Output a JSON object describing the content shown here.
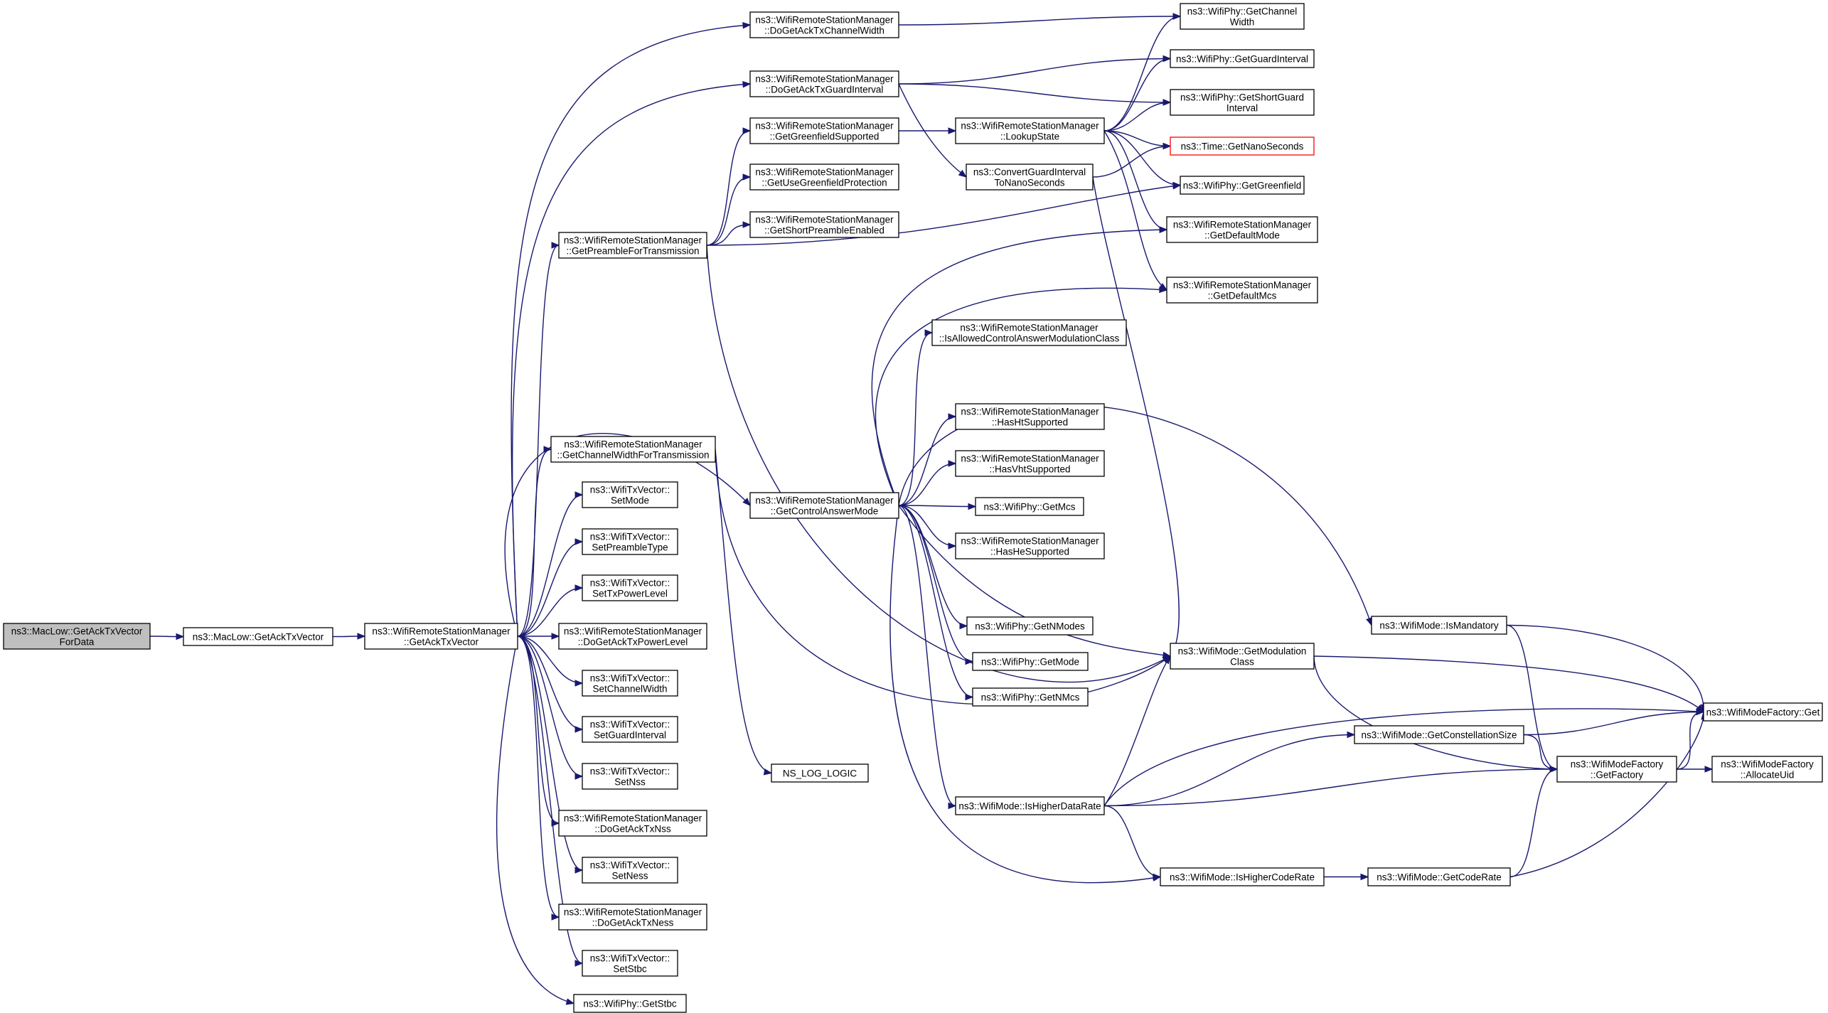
{
  "colors": {
    "edge": "#191970",
    "node_border": "#000000",
    "node_fill": "#ffffff",
    "root_fill": "#bfbfbf",
    "highlight_border": "#ff0000"
  },
  "nodes": {
    "macGetAckTxVectorForData": [
      "ns3::MacLow::GetAckTxVector",
      "ForData"
    ],
    "macGetAckTxVector": [
      "ns3::MacLow::GetAckTxVector"
    ],
    "wrsmGetAckTxVector": [
      "ns3::WifiRemoteStationManager",
      "::GetAckTxVector"
    ],
    "doGetAckTxChannelWidth": [
      "ns3::WifiRemoteStationManager",
      "::DoGetAckTxChannelWidth"
    ],
    "doGetAckTxGuardInterval": [
      "ns3::WifiRemoteStationManager",
      "::DoGetAckTxGuardInterval"
    ],
    "getGreenfieldSupported": [
      "ns3::WifiRemoteStationManager",
      "::GetGreenfieldSupported"
    ],
    "getUseGreenfieldProtection": [
      "ns3::WifiRemoteStationManager",
      "::GetUseGreenfieldProtection"
    ],
    "getShortPreambleEnabled": [
      "ns3::WifiRemoteStationManager",
      "::GetShortPreambleEnabled"
    ],
    "getPreambleForTransmission": [
      "ns3::WifiRemoteStationManager",
      "::GetPreambleForTransmission"
    ],
    "getChannelWidthForTransmission": [
      "ns3::WifiRemoteStationManager",
      "::GetChannelWidthForTransmission"
    ],
    "setMode": [
      "ns3::WifiTxVector::",
      "SetMode"
    ],
    "setPreambleType": [
      "ns3::WifiTxVector::",
      "SetPreambleType"
    ],
    "setTxPowerLevel": [
      "ns3::WifiTxVector::",
      "SetTxPowerLevel"
    ],
    "doGetAckTxPowerLevel": [
      "ns3::WifiRemoteStationManager",
      "::DoGetAckTxPowerLevel"
    ],
    "setChannelWidth": [
      "ns3::WifiTxVector::",
      "SetChannelWidth"
    ],
    "setGuardInterval": [
      "ns3::WifiTxVector::",
      "SetGuardInterval"
    ],
    "setNss": [
      "ns3::WifiTxVector::",
      "SetNss"
    ],
    "doGetAckTxNss": [
      "ns3::WifiRemoteStationManager",
      "::DoGetAckTxNss"
    ],
    "setNess": [
      "ns3::WifiTxVector::",
      "SetNess"
    ],
    "doGetAckTxNess": [
      "ns3::WifiRemoteStationManager",
      "::DoGetAckTxNess"
    ],
    "setStbc": [
      "ns3::WifiTxVector::",
      "SetStbc"
    ],
    "phyGetStbc": [
      "ns3::WifiPhy::GetStbc"
    ],
    "lookupState": [
      "ns3::WifiRemoteStationManager",
      "::LookupState"
    ],
    "convertGuardInterval": [
      "ns3::ConvertGuardInterval",
      "ToNanoSeconds"
    ],
    "getControlAnswerMode": [
      "ns3::WifiRemoteStationManager",
      "::GetControlAnswerMode"
    ],
    "nsLogLogic": [
      "NS_LOG_LOGIC"
    ],
    "isAllowedControlAnswer": [
      "ns3::WifiRemoteStationManager",
      "::IsAllowedControlAnswerModulationClass"
    ],
    "hasHtSupported": [
      "ns3::WifiRemoteStationManager",
      "::HasHtSupported"
    ],
    "hasVhtSupported": [
      "ns3::WifiRemoteStationManager",
      "::HasVhtSupported"
    ],
    "phyGetMcs": [
      "ns3::WifiPhy::GetMcs"
    ],
    "hasHeSupported": [
      "ns3::WifiRemoteStationManager",
      "::HasHeSupported"
    ],
    "phyGetNModes": [
      "ns3::WifiPhy::GetNModes"
    ],
    "phyGetMode": [
      "ns3::WifiPhy::GetMode"
    ],
    "phyGetNMcs": [
      "ns3::WifiPhy::GetNMcs"
    ],
    "isHigherDataRate": [
      "ns3::WifiMode::IsHigherDataRate"
    ],
    "phyGetChannelWidth": [
      "ns3::WifiPhy::GetChannel",
      "Width"
    ],
    "phyGetGuardInterval": [
      "ns3::WifiPhy::GetGuardInterval"
    ],
    "phyGetShortGuardInterval": [
      "ns3::WifiPhy::GetShortGuard",
      "Interval"
    ],
    "timeGetNanoSeconds": [
      "ns3::Time::GetNanoSeconds"
    ],
    "phyGetGreenfield": [
      "ns3::WifiPhy::GetGreenfield"
    ],
    "getDefaultMode": [
      "ns3::WifiRemoteStationManager",
      "::GetDefaultMode"
    ],
    "getDefaultMcs": [
      "ns3::WifiRemoteStationManager",
      "::GetDefaultMcs"
    ],
    "getModulationClass": [
      "ns3::WifiMode::GetModulation",
      "Class"
    ],
    "isHigherCodeRate": [
      "ns3::WifiMode::IsHigherCodeRate"
    ],
    "isMandatory": [
      "ns3::WifiMode::IsMandatory"
    ],
    "getConstellationSize": [
      "ns3::WifiMode::GetConstellationSize"
    ],
    "getCodeRate": [
      "ns3::WifiMode::GetCodeRate"
    ],
    "factoryGet": [
      "ns3::WifiModeFactory::Get"
    ],
    "factoryGetFactory": [
      "ns3::WifiModeFactory",
      "::GetFactory"
    ],
    "factoryAllocateUid": [
      "ns3::WifiModeFactory",
      "::AllocateUid"
    ]
  }
}
